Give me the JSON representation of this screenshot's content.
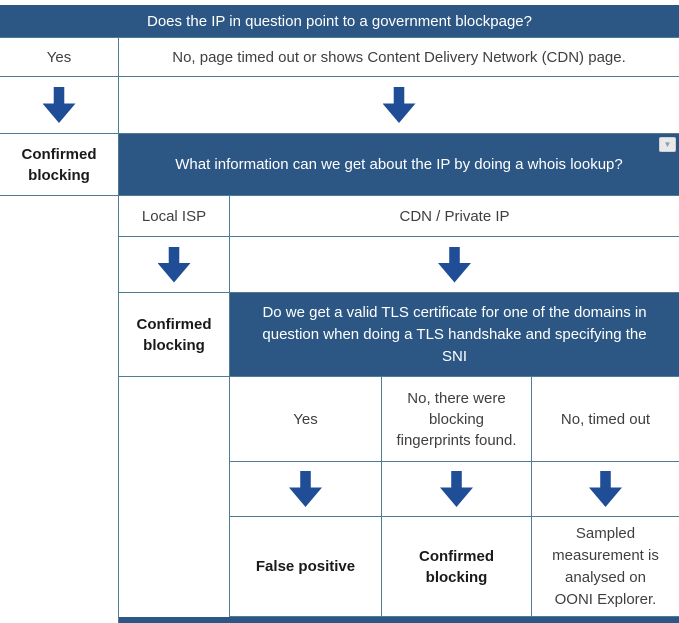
{
  "theme": {
    "header_bg": "#2c5784",
    "arrow_color": "#1f4d96",
    "border_color": "#4e7d93",
    "body_text": "#3f3f3f",
    "bold_text": "#1a1a1a",
    "icon_bg": "#e9e9e9",
    "icon_arrow": "#8c9cb1"
  },
  "flowchart": {
    "q_blockpage": "Does the IP in question point to a government blockpage?",
    "branch_yes_1": "Yes",
    "branch_no_cdn": "No, page timed out or shows Content Delivery Network (CDN) page.",
    "confirmed_blocking_1": "Confirmed\nblocking",
    "q_whois": "What information can we get about the IP by doing a whois lookup?",
    "branch_local_isp": "Local ISP",
    "branch_cdn_private": "CDN / Private IP",
    "confirmed_blocking_2": "Confirmed\nblocking",
    "q_tls": "Do we get a valid TLS certificate for one of the domains in\nquestion when doing a TLS handshake and specifying the\nSNI",
    "branch_yes_2": "Yes",
    "branch_no_fingerprints": "No, there were\nblocking\nfingerprints found.",
    "branch_no_timed_out": "No, timed out",
    "outcome_false_positive": "False positive",
    "outcome_confirmed_blocking": "Confirmed\nblocking",
    "outcome_sampled": "Sampled\nmeasurement is\nanalysed on\nOONI Explorer."
  },
  "icons": {
    "dropdown_glyph": "▼"
  }
}
